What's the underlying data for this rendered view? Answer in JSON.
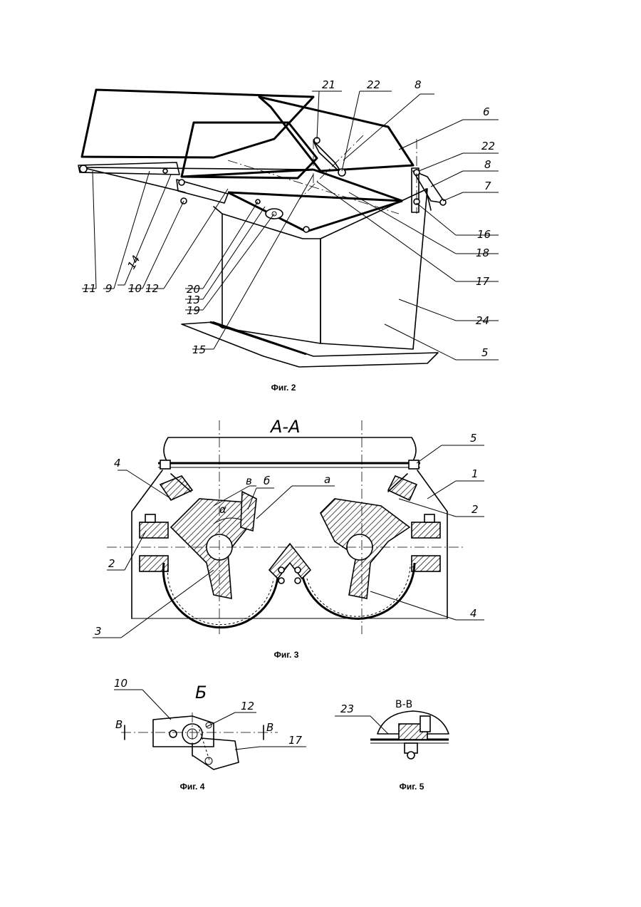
{
  "fig2": {
    "caption": "Фиг. 2",
    "labels": [
      "21",
      "22",
      "8",
      "6",
      "22",
      "8",
      "7",
      "16",
      "18",
      "17",
      "24",
      "5",
      "15",
      "19",
      "13",
      "20",
      "12",
      "10",
      "14",
      "9",
      "11"
    ]
  },
  "fig3": {
    "caption": "Фиг. 3",
    "section": "А-А",
    "labels": [
      "5",
      "4",
      "1",
      "2",
      "в",
      "б",
      "а",
      "α",
      "2",
      "3",
      "4"
    ]
  },
  "fig4": {
    "caption": "Фиг. 4",
    "view": "Б",
    "labels": [
      "10",
      "12",
      "17",
      "В",
      "В"
    ]
  },
  "fig5": {
    "caption": "Фиг. 5",
    "section": "В-В",
    "labels": [
      "23"
    ]
  }
}
